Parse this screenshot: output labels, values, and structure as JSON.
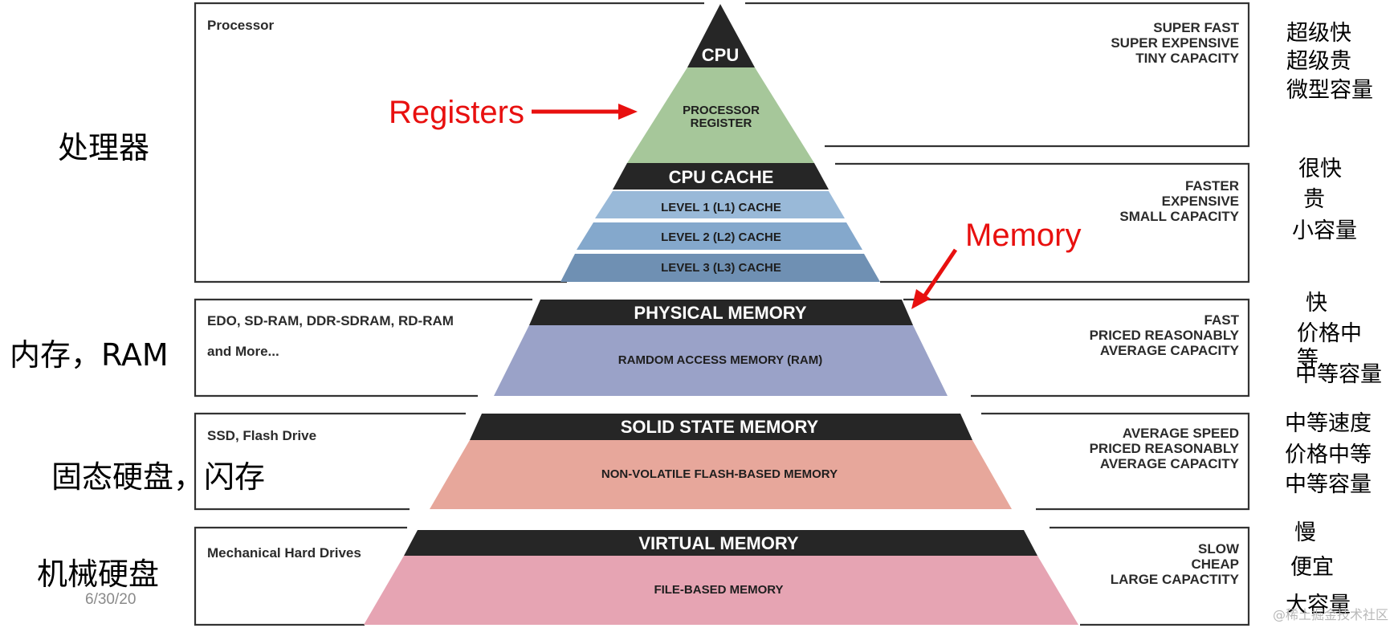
{
  "colors": {
    "black_band": "#262626",
    "register": "#a6c79a",
    "cache_l1": "#99b9d8",
    "cache_l2": "#84a8cc",
    "cache_l3": "#6f90b3",
    "ram": "#9aa2c8",
    "flash": "#e7a79b",
    "file": "#e6a4b3",
    "annotation_red": "#e8100f"
  },
  "boxes": {
    "processor": {
      "left_label": "Processor",
      "right_lines": [
        "SUPER FAST",
        "SUPER EXPENSIVE",
        "TINY CAPACITY"
      ]
    },
    "cache_right": {
      "right_lines": [
        "FASTER",
        "EXPENSIVE",
        "SMALL CAPACITY"
      ]
    },
    "ram": {
      "left_lines": [
        "EDO, SD-RAM, DDR-SDRAM, RD-RAM",
        "and More..."
      ],
      "right_lines": [
        "FAST",
        "PRICED REASONABLY",
        "AVERAGE CAPACITY"
      ]
    },
    "ssd": {
      "left_label": "SSD, Flash Drive",
      "right_lines": [
        "AVERAGE SPEED",
        "PRICED REASONABLY",
        "AVERAGE CAPACITY"
      ]
    },
    "hdd": {
      "left_label": "Mechanical Hard Drives",
      "right_lines": [
        "SLOW",
        "CHEAP",
        "LARGE CAPACTITY"
      ]
    }
  },
  "pyramid": {
    "cpu": "CPU",
    "register": [
      "PROCESSOR",
      "REGISTER"
    ],
    "cpu_cache": "CPU CACHE",
    "l1": "LEVEL 1 (L1) CACHE",
    "l2": "LEVEL 2 (L2) CACHE",
    "l3": "LEVEL 3 (L3) CACHE",
    "physical_memory": "PHYSICAL MEMORY",
    "ram": "RAMDOM ACCESS MEMORY (RAM)",
    "ssm": "SOLID STATE MEMORY",
    "flash": "NON-VOLATILE FLASH-BASED MEMORY",
    "virtual_memory": "VIRTUAL MEMORY",
    "file": "FILE-BASED MEMORY"
  },
  "annotations": {
    "registers": "Registers",
    "memory": "Memory"
  },
  "chinese_left": {
    "processor": "处理器",
    "ram": "内存，RAM",
    "ssd": "固态硬盘，闪存",
    "hdd": "机械硬盘"
  },
  "chinese_right": {
    "processor": [
      "超级快",
      "超级贵",
      "微型容量"
    ],
    "cache": [
      "很快",
      "贵",
      "小容量"
    ],
    "ram": [
      "快",
      "价格中",
      "等",
      "中等容量"
    ],
    "ssd": [
      "中等速度",
      "价格中等",
      "中等容量"
    ],
    "hdd": [
      "慢",
      "便宜",
      "大容量"
    ]
  },
  "date": "6/30/20",
  "watermark": "@稀土掘金技术社区"
}
